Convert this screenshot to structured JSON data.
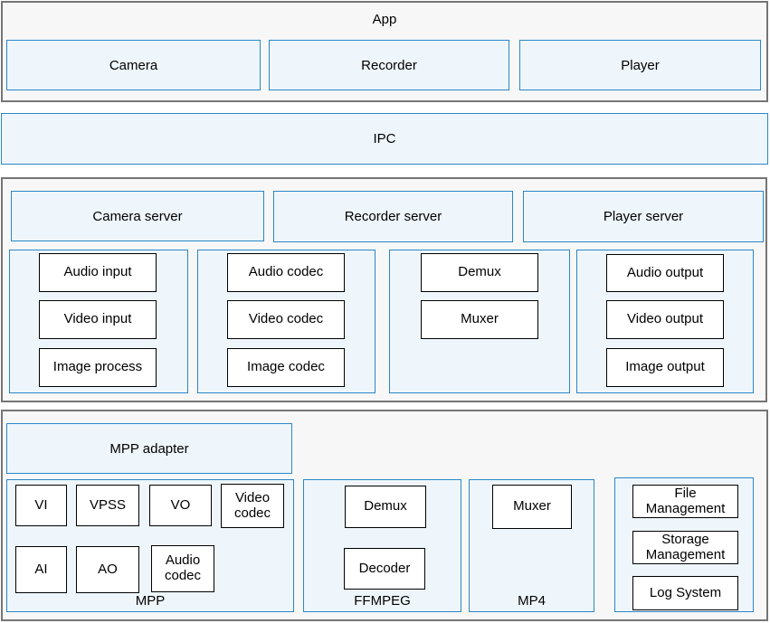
{
  "colors": {
    "blue_border": "#2b86c6",
    "light_blue_fill": "#eef6fc",
    "gray_border": "#757575",
    "gray_fill": "#f7f7f7",
    "box_fill": "#ffffff",
    "box_border": "#000000",
    "text": "#000000"
  },
  "app_layer": {
    "title": "App",
    "modules": [
      "Camera",
      "Recorder",
      "Player"
    ]
  },
  "ipc_layer": {
    "label": "IPC"
  },
  "server_layer": {
    "servers": [
      "Camera server",
      "Recorder server",
      "Player server"
    ],
    "groups": [
      {
        "items": [
          "Audio input",
          "Video input",
          "Image process"
        ]
      },
      {
        "items": [
          "Audio codec",
          "Video codec",
          "Image codec"
        ]
      },
      {
        "items": [
          "Demux",
          "Muxer"
        ]
      },
      {
        "items": [
          "Audio output",
          "Video output",
          "Image output"
        ]
      }
    ]
  },
  "platform_layer": {
    "adapter_label": "MPP adapter",
    "mpp": {
      "label": "MPP",
      "row1": [
        "VI",
        "VPSS",
        "VO",
        "Video codec"
      ],
      "row2": [
        "AI",
        "AO",
        "Audio codec"
      ]
    },
    "ffmpeg": {
      "label": "FFMPEG",
      "items": [
        "Demux",
        "Decoder"
      ]
    },
    "mp4": {
      "label": "MP4",
      "items": [
        "Muxer"
      ]
    },
    "system": {
      "items": [
        "File Management",
        "Storage Management",
        "Log System"
      ]
    }
  }
}
